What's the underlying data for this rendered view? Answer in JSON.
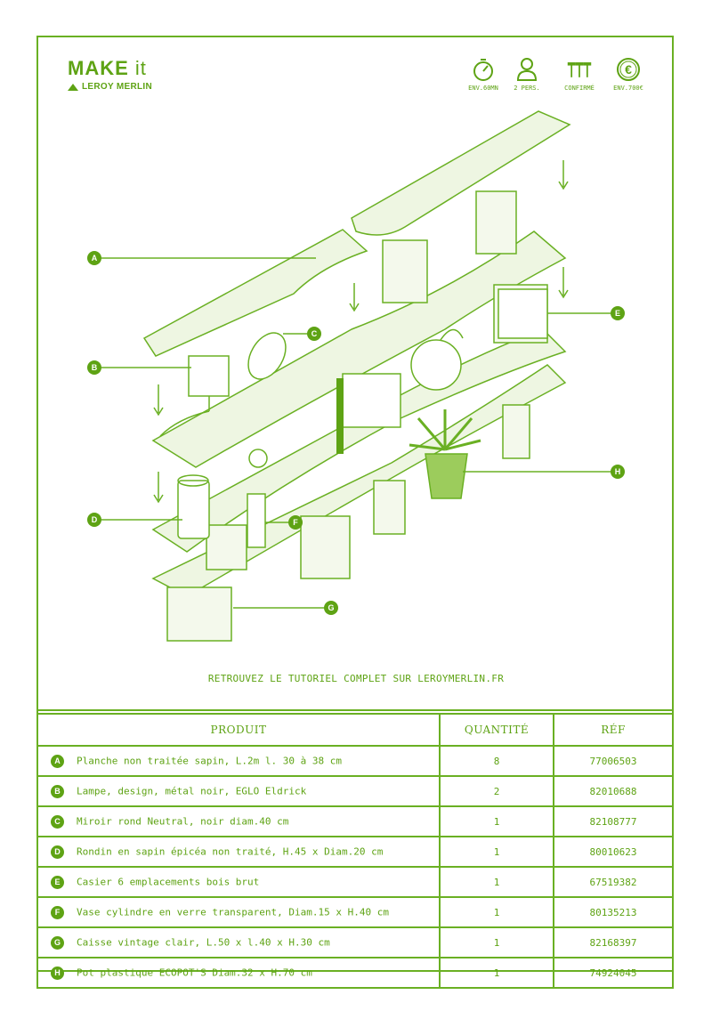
{
  "header": {
    "logo_make": "MAKE",
    "logo_it": "it",
    "logo_brand": "LEROY MERLIN",
    "meta": [
      {
        "icon": "stopwatch-icon",
        "label": "ENV.60MN"
      },
      {
        "icon": "person-icon",
        "label": "2 PERS."
      },
      {
        "icon": "hammers-icon",
        "label": "CONFIRMÉ"
      },
      {
        "icon": "euro-icon",
        "label": "ENV.700€"
      }
    ]
  },
  "illustration": {
    "labels": [
      "A",
      "B",
      "C",
      "D",
      "E",
      "F",
      "G",
      "H"
    ]
  },
  "tutorial_text": "RETROUVEZ LE TUTORIEL COMPLET SUR LEROYMERLIN.FR",
  "table": {
    "headers": {
      "product": "PRODUIT",
      "quantity": "QUANTITÉ",
      "ref": "RÉF"
    },
    "rows": [
      {
        "letter": "A",
        "product": "Planche non traitée sapin, L.2m l. 30 à 38 cm",
        "qty": "8",
        "ref": "77006503"
      },
      {
        "letter": "B",
        "product": "Lampe, design, métal noir, EGLO Eldrick",
        "qty": "2",
        "ref": "82010688"
      },
      {
        "letter": "C",
        "product": "Miroir rond Neutral, noir diam.40 cm",
        "qty": "1",
        "ref": "82108777"
      },
      {
        "letter": "D",
        "product": "Rondin en sapin épicéa non traité, H.45 x Diam.20 cm",
        "qty": "1",
        "ref": "80010623"
      },
      {
        "letter": "E",
        "product": "Casier 6 emplacements bois brut",
        "qty": "1",
        "ref": "67519382"
      },
      {
        "letter": "F",
        "product": "Vase cylindre en verre transparent, Diam.15 x H.40 cm",
        "qty": "1",
        "ref": "80135213"
      },
      {
        "letter": "G",
        "product": "Caisse vintage clair, L.50 x l.40 x H.30 cm",
        "qty": "1",
        "ref": "82168397"
      },
      {
        "letter": "H",
        "product": "Pot plastique ECOPOT'S Diam.32 x H.70 cm",
        "qty": "1",
        "ref": "74924045"
      }
    ]
  },
  "colors": {
    "accent": "#5ea314",
    "line": "#6ab023"
  }
}
